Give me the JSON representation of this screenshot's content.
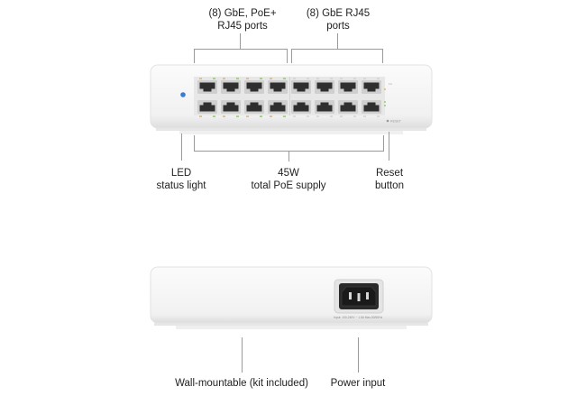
{
  "front_callouts": {
    "poe_ports": {
      "line1": "(8) GbE, PoE+",
      "line2": "RJ45 ports"
    },
    "rj45_ports": {
      "line1": "(8) GbE RJ45",
      "line2": "ports"
    },
    "led": {
      "line1": "LED",
      "line2": "status light"
    },
    "poe_supply": {
      "line1": "45W",
      "line2": "total PoE supply"
    },
    "reset": {
      "line1": "Reset",
      "line2": "button"
    }
  },
  "back_callouts": {
    "wall_mount": "Wall-mountable (kit included)",
    "power_input": "Power input"
  },
  "device_text": {
    "reset_label": "RESET",
    "power_rating": "Input: 100-240V ~ 1.5A Max,50/60Hz"
  },
  "colors": {
    "led_blue": "#3a7bd5",
    "port_black": "#2f2f2f",
    "port_led_amber": "#e0a93a",
    "port_led_green": "#7fbf4d",
    "callout_line": "#9a9a9a"
  }
}
